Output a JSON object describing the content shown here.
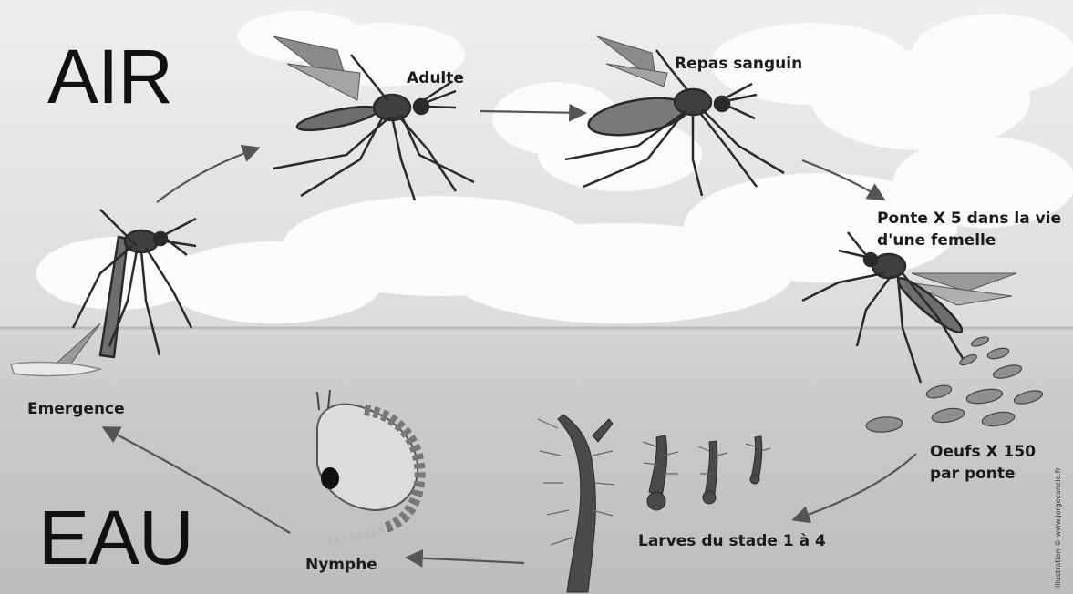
{
  "zones": {
    "air": "AIR",
    "water": "EAU"
  },
  "stages": {
    "adult": "Adulte",
    "blood_meal": "Repas sanguin",
    "laying": "Ponte X 5 dans la vie d'une femelle",
    "eggs": "Oeufs X 150 par ponte",
    "larvae": "Larves du stade 1 à 4",
    "pupa": "Nymphe",
    "emergence": "Emergence"
  },
  "credit": "Illustration © www.jorgecancio.fr",
  "colors": {
    "air_sky": "#e6e6e6",
    "cloud": "#fbfbfb",
    "water": "#c4c4c4",
    "mosquito": "#3a3a3a",
    "arrow": "#555555"
  }
}
